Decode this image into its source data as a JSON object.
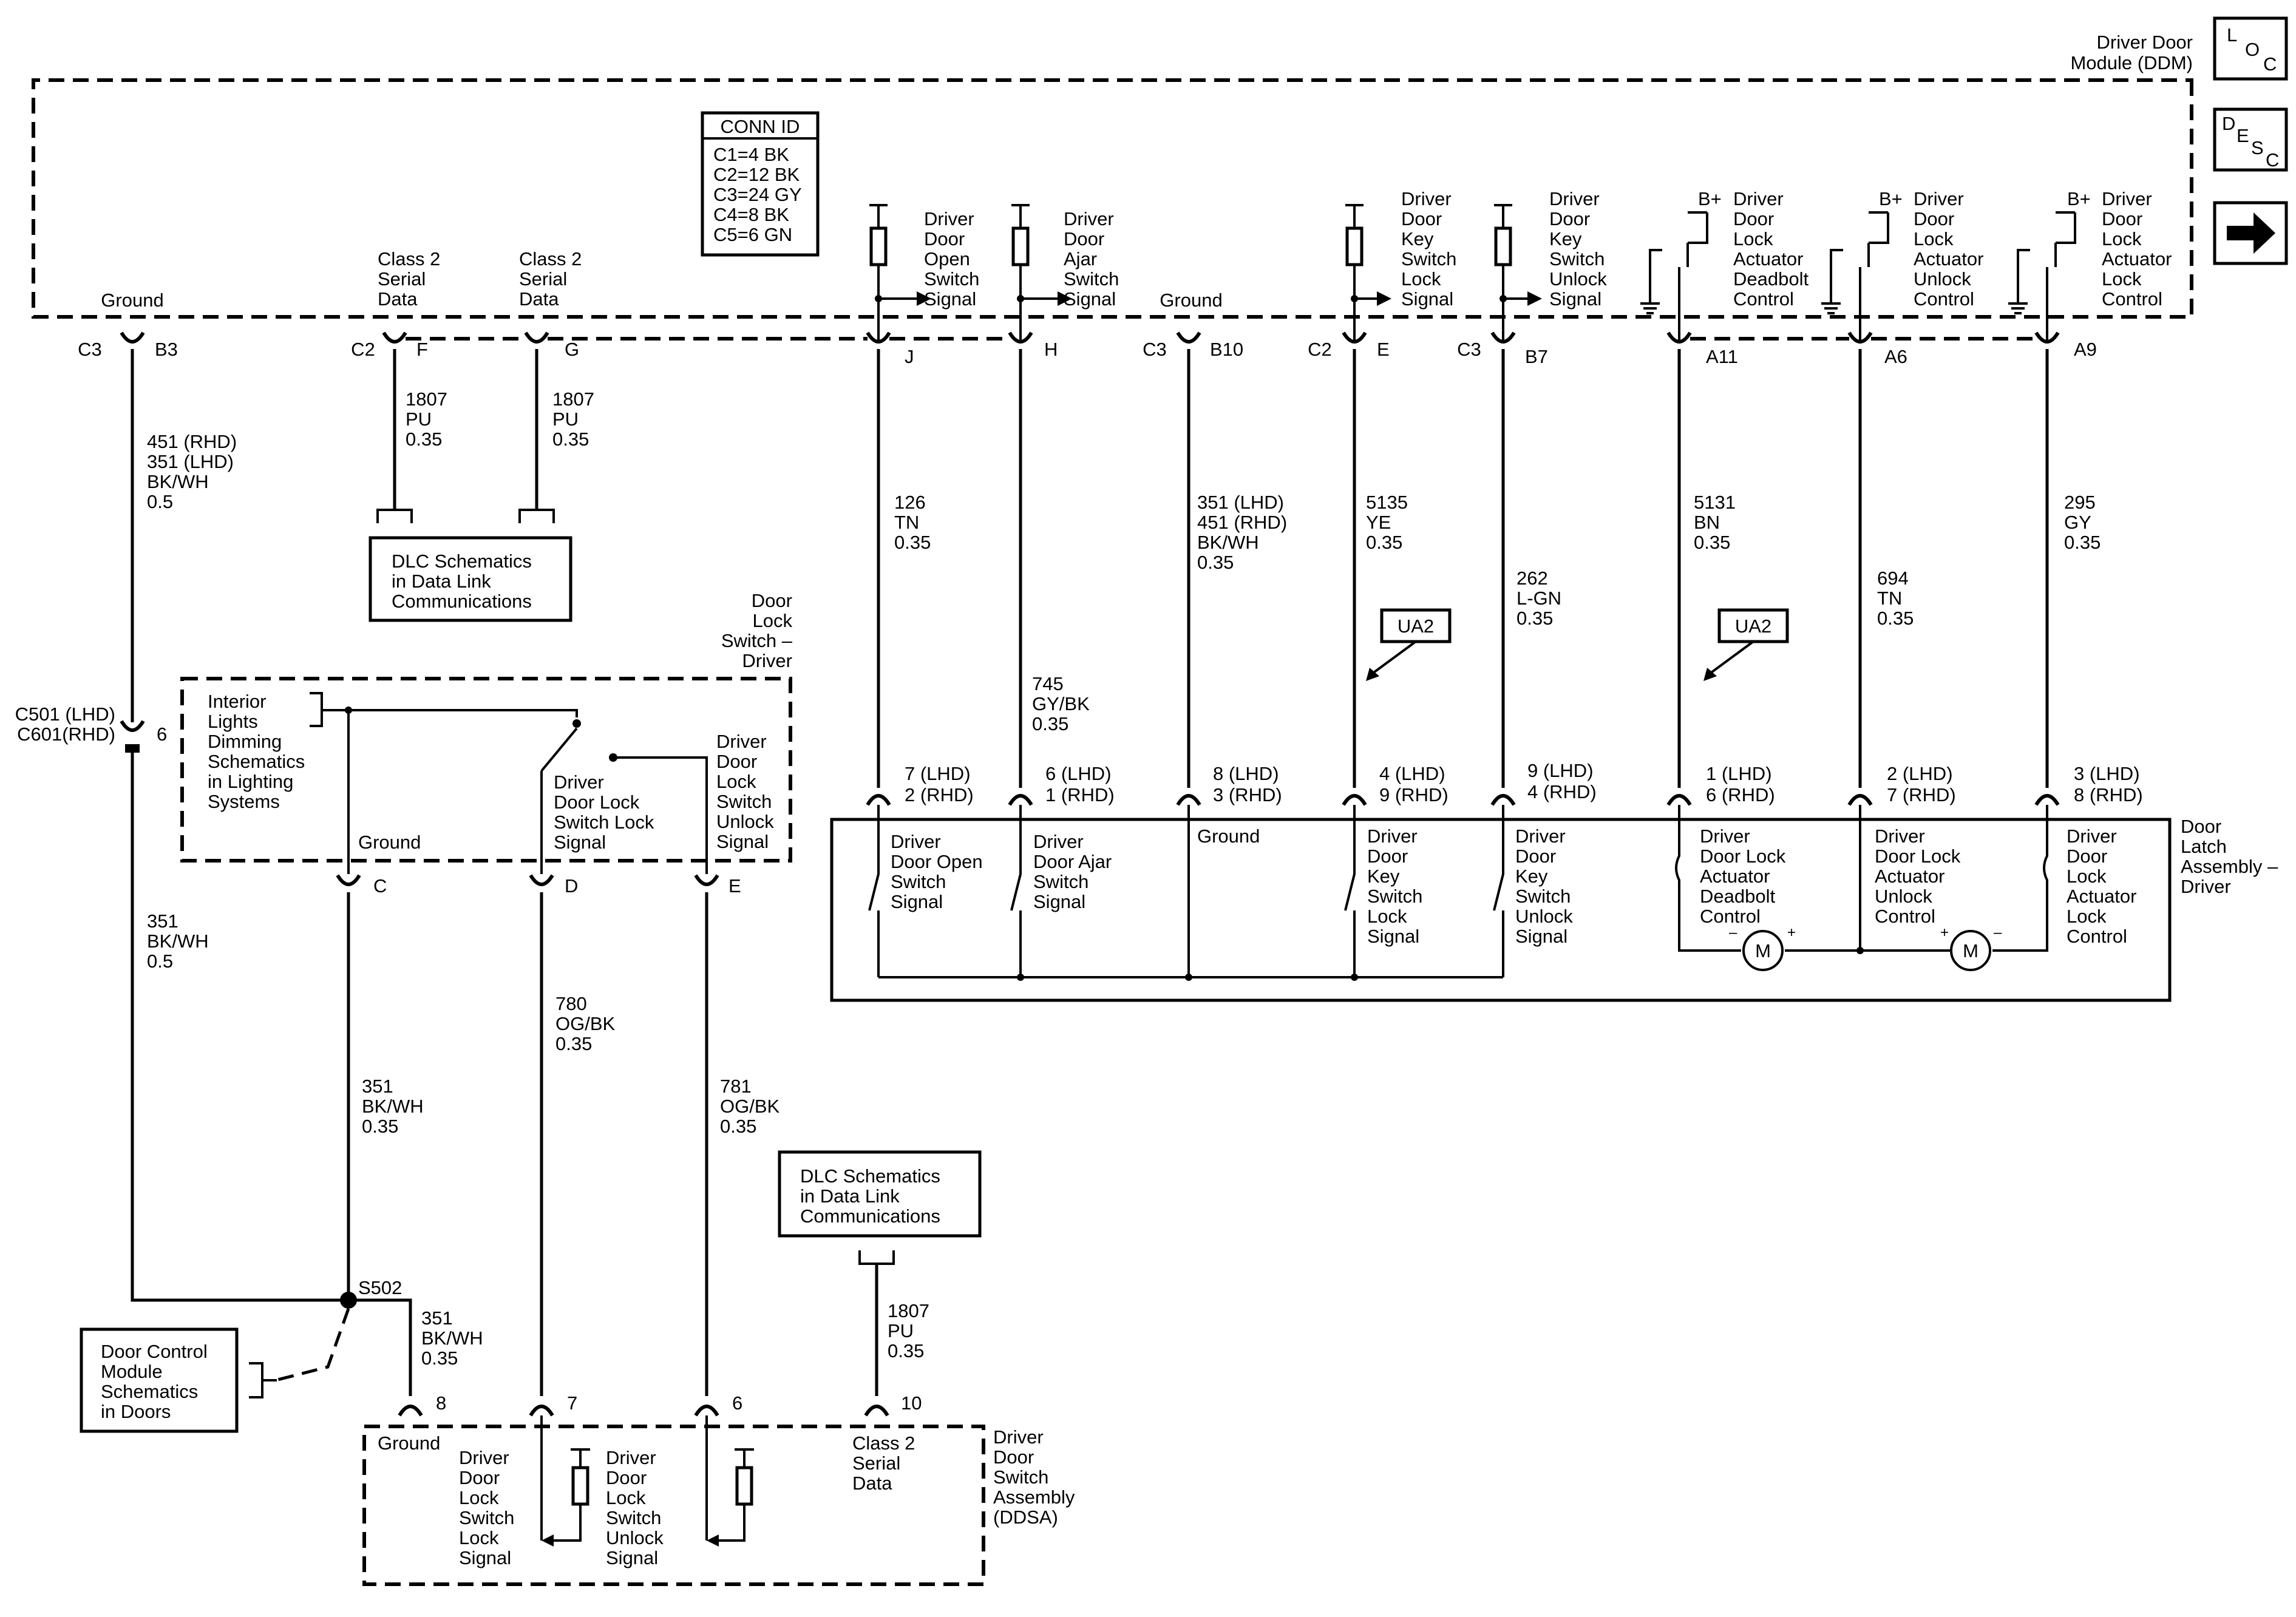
{
  "ddm": {
    "name_lines": [
      "Driver Door",
      "Module (DDM)"
    ],
    "conn_id_title": "CONN ID",
    "conn_ids": [
      "C1=4 BK",
      "C2=12 BK",
      "C3=24 GY",
      "C4=8 BK",
      "C5=6 GN"
    ],
    "labels": [
      {
        "id": "ground-b3",
        "lines": [
          "Ground"
        ]
      },
      {
        "id": "class2-f",
        "lines": [
          "Class 2",
          "Serial",
          "Data"
        ]
      },
      {
        "id": "class2-g",
        "lines": [
          "Class 2",
          "Serial",
          "Data"
        ]
      },
      {
        "id": "open-sig",
        "lines": [
          "Driver",
          "Door",
          "Open",
          "Switch",
          "Signal"
        ]
      },
      {
        "id": "ajar-sig",
        "lines": [
          "Driver",
          "Door",
          "Ajar",
          "Switch",
          "Signal"
        ]
      },
      {
        "id": "ground-b10",
        "lines": [
          "Ground"
        ]
      },
      {
        "id": "key-lock-sig",
        "lines": [
          "Driver",
          "Door",
          "Key",
          "Switch",
          "Lock",
          "Signal"
        ]
      },
      {
        "id": "key-unlock-sig",
        "lines": [
          "Driver",
          "Door",
          "Key",
          "Switch",
          "Unlock",
          "Signal"
        ]
      },
      {
        "id": "deadbolt-ctl",
        "lines": [
          "Driver",
          "Door",
          "Lock",
          "Actuator",
          "Deadbolt",
          "Control"
        ]
      },
      {
        "id": "unlock-ctl",
        "lines": [
          "Driver",
          "Door",
          "Lock",
          "Actuator",
          "Unlock",
          "Control"
        ]
      },
      {
        "id": "lock-ctl",
        "lines": [
          "Driver",
          "Door",
          "Lock",
          "Actuator",
          "Lock",
          "Control"
        ]
      }
    ],
    "bplus": "B+",
    "pins": [
      {
        "id": "b3",
        "conn": "C3",
        "pin": "B3"
      },
      {
        "id": "f",
        "conn": "C2",
        "pin": "F"
      },
      {
        "id": "g",
        "conn": "",
        "pin": "G"
      },
      {
        "id": "j",
        "conn": "",
        "pin": "J"
      },
      {
        "id": "h",
        "conn": "",
        "pin": "H"
      },
      {
        "id": "b10",
        "conn": "C3",
        "pin": "B10"
      },
      {
        "id": "e",
        "conn": "C2",
        "pin": "E"
      },
      {
        "id": "b7",
        "conn": "C3",
        "pin": "B7"
      },
      {
        "id": "a11",
        "conn": "",
        "pin": "A11"
      },
      {
        "id": "a6",
        "conn": "",
        "pin": "A6"
      },
      {
        "id": "a9",
        "conn": "",
        "pin": "A9"
      }
    ]
  },
  "nav": {
    "loc": {
      "l": "L",
      "o": "O",
      "c": "C"
    },
    "desc": {
      "d": "D",
      "e": "E",
      "s": "S",
      "c": "C"
    },
    "next_icon": "right-arrow"
  },
  "wires": [
    {
      "id": "w-b3",
      "lines": [
        "451 (RHD)",
        "351 (LHD)",
        "BK/WH",
        "0.5"
      ]
    },
    {
      "id": "w-f",
      "lines": [
        "1807",
        "PU",
        "0.35"
      ]
    },
    {
      "id": "w-g",
      "lines": [
        "1807",
        "PU",
        "0.35"
      ]
    },
    {
      "id": "w-j",
      "lines": [
        "126",
        "TN",
        "0.35"
      ]
    },
    {
      "id": "w-h",
      "lines": [
        "745",
        "GY/BK",
        "0.35"
      ]
    },
    {
      "id": "w-b10",
      "lines": [
        "351 (LHD)",
        "451 (RHD)",
        "BK/WH",
        "0.35"
      ]
    },
    {
      "id": "w-e",
      "lines": [
        "5135",
        "YE",
        "0.35"
      ]
    },
    {
      "id": "w-b7",
      "lines": [
        "262",
        "L-GN",
        "0.35"
      ]
    },
    {
      "id": "w-a11",
      "lines": [
        "5131",
        "BN",
        "0.35"
      ]
    },
    {
      "id": "w-a6",
      "lines": [
        "694",
        "TN",
        "0.35"
      ]
    },
    {
      "id": "w-a9",
      "lines": [
        "295",
        "GY",
        "0.35"
      ]
    },
    {
      "id": "w-lower-351",
      "lines": [
        "351",
        "BK/WH",
        "0.5"
      ]
    },
    {
      "id": "w-c",
      "lines": [
        "351",
        "BK/WH",
        "0.35"
      ]
    },
    {
      "id": "w-780",
      "lines": [
        "780",
        "OG/BK",
        "0.35"
      ]
    },
    {
      "id": "w-781",
      "lines": [
        "781",
        "OG/BK",
        "0.35"
      ]
    },
    {
      "id": "w-s502",
      "lines": [
        "351",
        "BK/WH",
        "0.35"
      ]
    },
    {
      "id": "w-10",
      "lines": [
        "1807",
        "PU",
        "0.35"
      ]
    }
  ],
  "dlc_top": [
    "DLC Schematics",
    "in Data Link",
    "Communications"
  ],
  "dlc_bottom": [
    "DLC Schematics",
    "in Data Link",
    "Communications"
  ],
  "ua2": [
    "UA2",
    "UA2"
  ],
  "inline_conn": {
    "lines": [
      "C501 (LHD)",
      "C601(RHD)"
    ],
    "pin": "6"
  },
  "dlsd": {
    "name_lines": [
      "Door",
      "Lock",
      "Switch –",
      "Driver"
    ],
    "interior": [
      "Interior",
      "Lights",
      "Dimming",
      "Schematics",
      "in Lighting",
      "Systems"
    ],
    "lock_sig": [
      "Driver",
      "Door Lock",
      "Switch Lock",
      "Signal"
    ],
    "unlock_sig": [
      "Driver",
      "Door",
      "Lock",
      "Switch",
      "Unlock",
      "Signal"
    ],
    "ground": "Ground",
    "pins": [
      "C",
      "D",
      "E"
    ]
  },
  "latch": {
    "name_lines": [
      "Door",
      "Latch",
      "Assembly –",
      "Driver"
    ],
    "pins": [
      {
        "id": "p1",
        "lines": [
          "7 (LHD)",
          "2 (RHD)"
        ]
      },
      {
        "id": "p2",
        "lines": [
          "6 (LHD)",
          "1 (RHD)"
        ]
      },
      {
        "id": "p3",
        "lines": [
          "8 (LHD)",
          "3 (RHD)"
        ]
      },
      {
        "id": "p4",
        "lines": [
          "4 (LHD)",
          "9 (RHD)"
        ]
      },
      {
        "id": "p5",
        "lines": [
          "9 (LHD)",
          "4 (RHD)"
        ]
      },
      {
        "id": "p6",
        "lines": [
          "1 (LHD)",
          "6 (RHD)"
        ]
      },
      {
        "id": "p7",
        "lines": [
          "2 (LHD)",
          "7 (RHD)"
        ]
      },
      {
        "id": "p8",
        "lines": [
          "3 (LHD)",
          "8 (RHD)"
        ]
      }
    ],
    "labels": [
      {
        "id": "l-open",
        "lines": [
          "Driver",
          "Door Open",
          "Switch",
          "Signal"
        ]
      },
      {
        "id": "l-ajar",
        "lines": [
          "Driver",
          "Door Ajar",
          "Switch",
          "Signal"
        ]
      },
      {
        "id": "l-ground",
        "lines": [
          "Ground"
        ]
      },
      {
        "id": "l-klock",
        "lines": [
          "Driver",
          "Door",
          "Key",
          "Switch",
          "Lock",
          "Signal"
        ]
      },
      {
        "id": "l-kunlock",
        "lines": [
          "Driver",
          "Door",
          "Key",
          "Switch",
          "Unlock",
          "Signal"
        ]
      },
      {
        "id": "l-deadbolt",
        "lines": [
          "Driver",
          "Door Lock",
          "Actuator",
          "Deadbolt",
          "Control"
        ]
      },
      {
        "id": "l-unlock",
        "lines": [
          "Driver",
          "Door Lock",
          "Actuator",
          "Unlock",
          "Control"
        ]
      },
      {
        "id": "l-lock",
        "lines": [
          "Driver",
          "Door",
          "Lock",
          "Actuator",
          "Lock",
          "Control"
        ]
      }
    ],
    "motor": "M",
    "minus": "–",
    "plus": "+"
  },
  "splice": "S502",
  "dcm": [
    "Door Control",
    "Module",
    "Schematics",
    "in Doors"
  ],
  "ddsa": {
    "name_lines": [
      "Driver",
      "Door",
      "Switch",
      "Assembly",
      "(DDSA)"
    ],
    "pins": [
      "8",
      "7",
      "6",
      "10"
    ],
    "ground": "Ground",
    "lock_sig": [
      "Driver",
      "Door",
      "Lock",
      "Switch",
      "Lock",
      "Signal"
    ],
    "unlock_sig": [
      "Driver",
      "Door",
      "Lock",
      "Switch",
      "Unlock",
      "Signal"
    ],
    "class2": [
      "Class 2",
      "Serial",
      "Data"
    ]
  }
}
